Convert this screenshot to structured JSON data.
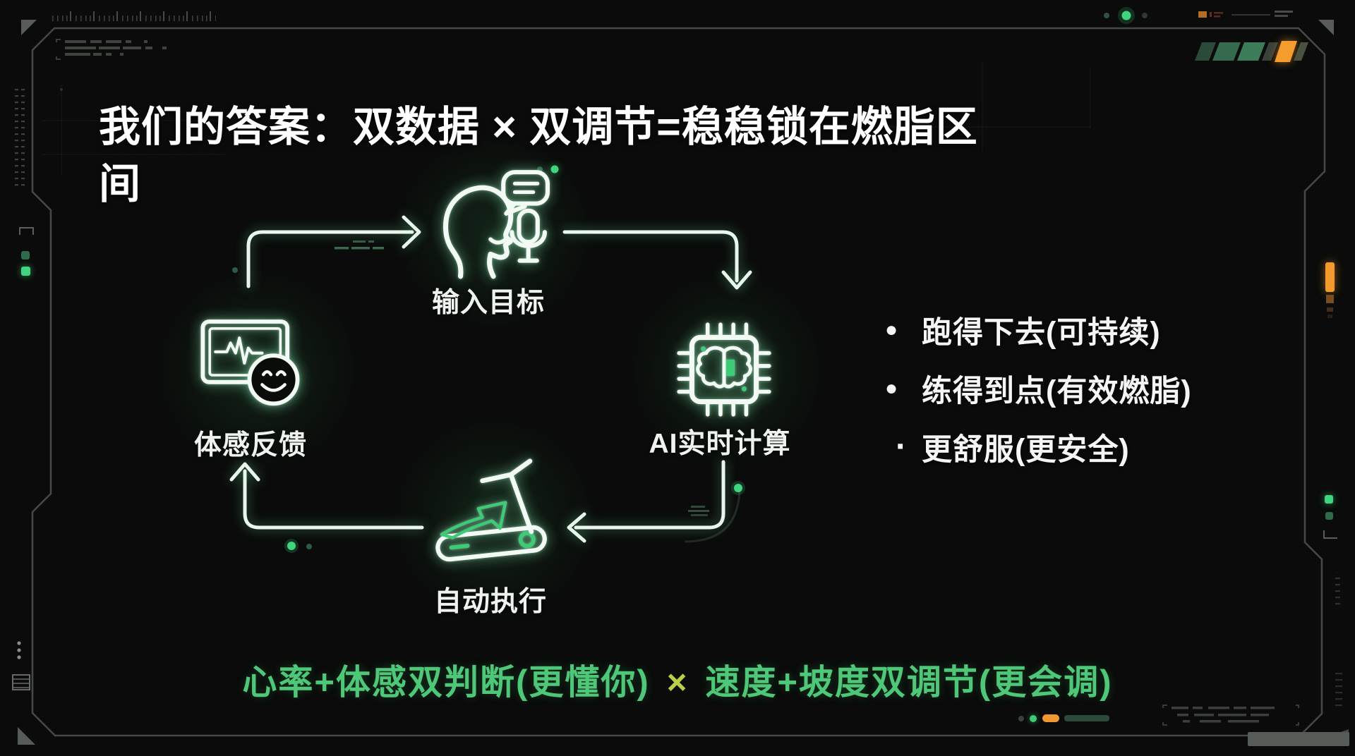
{
  "page": {
    "background": "#0a0b0a",
    "accent_green": "#3ecb77",
    "accent_orange": "#f49a2d",
    "frame_color": "#4b4f4b"
  },
  "title": {
    "text": "我们的答案：双数据 × 双调节=稳稳锁在燃脂区间"
  },
  "cycle": {
    "nodes": [
      {
        "id": "input-goal",
        "icon": "voice-input-icon",
        "label": "输入目标"
      },
      {
        "id": "ai-compute",
        "icon": "chip-brain-icon",
        "label": "AI实时计算"
      },
      {
        "id": "auto-execute",
        "icon": "treadmill-icon",
        "label": "自动执行"
      },
      {
        "id": "body-feedback",
        "icon": "monitor-smiley-icon",
        "label": "体感反馈"
      }
    ]
  },
  "benefits": {
    "items": [
      {
        "bullet": "●",
        "text": "跑得下去(可持续)"
      },
      {
        "bullet": "●",
        "text": "练得到点(有效燃脂)"
      },
      {
        "bullet": "·",
        "text": "更舒服(更安全)"
      }
    ]
  },
  "formula": {
    "left": "心率+体感双判断(更懂你)",
    "operator": "×",
    "right": "速度+坡度双调节(更会调)",
    "text_color": "#4ec878",
    "operator_color": "#b9cf4a"
  }
}
